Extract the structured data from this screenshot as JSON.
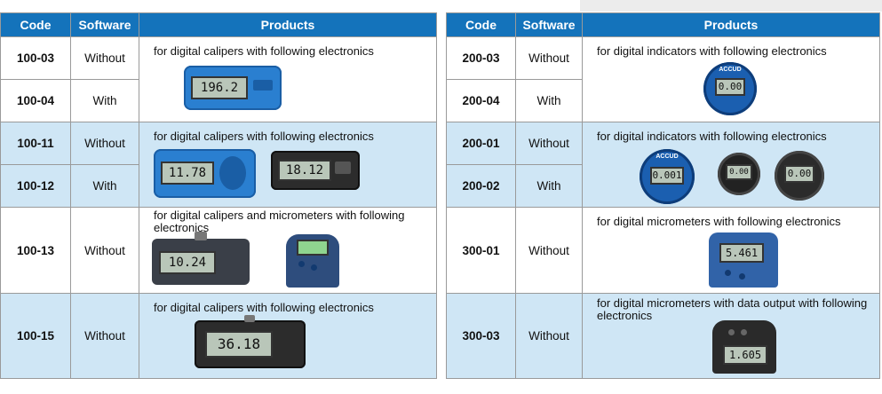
{
  "headers": {
    "code": "Code",
    "software": "Software",
    "products": "Products"
  },
  "left": {
    "rows": [
      {
        "code": "100-03",
        "software": "Without"
      },
      {
        "code": "100-04",
        "software": "With"
      },
      {
        "code": "100-11",
        "software": "Without"
      },
      {
        "code": "100-12",
        "software": "With"
      },
      {
        "code": "100-13",
        "software": "Without"
      },
      {
        "code": "100-15",
        "software": "Without"
      }
    ],
    "products": [
      {
        "desc": "for digital calipers with following electronics",
        "displays": [
          "196.2"
        ]
      },
      {
        "desc": "for digital calipers with following electronics",
        "displays": [
          "11.78",
          "18.12"
        ]
      },
      {
        "desc": "for digital calipers and micrometers with following electronics",
        "displays": [
          "10.24",
          ""
        ]
      },
      {
        "desc": "for digital calipers with following electronics",
        "displays": [
          "36.18"
        ]
      }
    ]
  },
  "right": {
    "rows": [
      {
        "code": "200-03",
        "software": "Without"
      },
      {
        "code": "200-04",
        "software": "With"
      },
      {
        "code": "200-01",
        "software": "Without"
      },
      {
        "code": "200-02",
        "software": "With"
      },
      {
        "code": "300-01",
        "software": "Without"
      },
      {
        "code": "300-03",
        "software": "Without"
      }
    ],
    "products": [
      {
        "desc": "for digital indicators with following electronics",
        "displays": [
          "0.00"
        ],
        "brand": "ACCUD"
      },
      {
        "desc": "for digital indicators with following electronics",
        "displays": [
          "0.001",
          "0.00",
          "0.00"
        ],
        "brand": "ACCUD"
      },
      {
        "desc": "for digital micrometers with following electronics",
        "displays": [
          "5.461"
        ]
      },
      {
        "desc": "for digital micrometers with data output with following electronics",
        "displays": [
          "1.605"
        ]
      }
    ]
  }
}
